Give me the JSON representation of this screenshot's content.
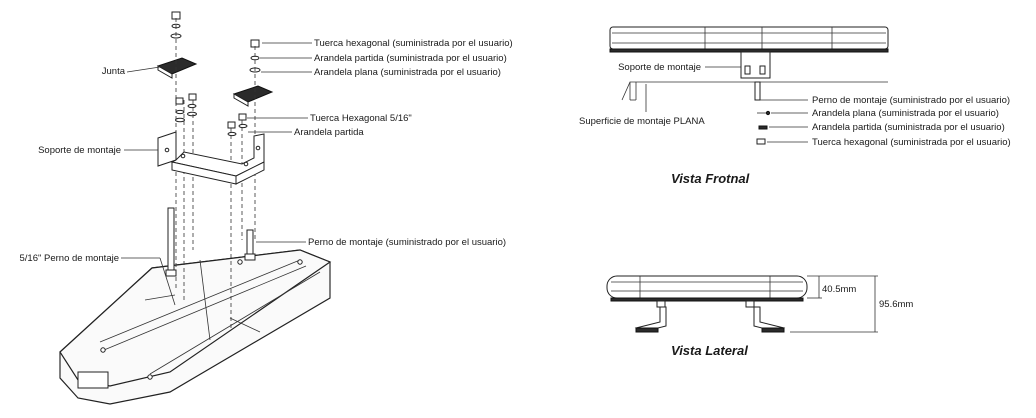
{
  "exploded_view": {
    "labels": {
      "nut_user": "Tuerca hexagonal (suministrada por el usuario)",
      "split_washer_user": "Arandela partida (suministrada por el usuario)",
      "flat_washer_user": "Arandela plana (suministrada por el usuario)",
      "gasket": "Junta",
      "hex_nut": "Tuerca Hexagonal 5/16\"",
      "split_washer": "Arandela partida",
      "bracket": "Soporte de montaje",
      "bolt_user": "Perno de montaje (suministrado por el usuario)",
      "bolt": "5/16\" Perno de montaje"
    }
  },
  "front_view": {
    "title": "Vista Frotnal",
    "labels": {
      "bracket": "Soporte de montaje",
      "surface": "Superficie de montaje PLANA",
      "bolt_user": "Perno de montaje (suministrado por el usuario)",
      "flat_washer_user": "Arandela plana (suministrada por el usuario)",
      "split_washer_user": "Arandela partida (suministrada por el usuario)",
      "nut_user": "Tuerca hexagonal (suministrada por el usuario)"
    }
  },
  "side_view": {
    "title": "Vista Lateral",
    "dim_small": "40.5mm",
    "dim_large": "95.6mm"
  }
}
